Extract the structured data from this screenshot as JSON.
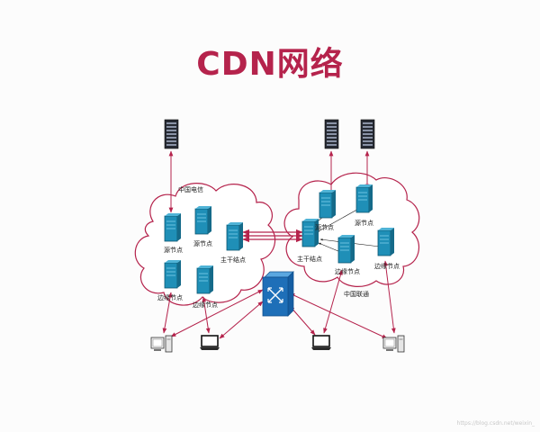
{
  "title": "CDN网络",
  "colors": {
    "title": "#b5234c",
    "cloud_outline": "#b5234c",
    "links": "#b5234c",
    "server_blue": "#1f8fb7",
    "server_dark": "#262a33",
    "switch_blue": "#1e6fb8"
  },
  "clouds": {
    "left": "中国电信",
    "right": "中国联通"
  },
  "nodes": {
    "left_source_1": "源节点",
    "left_source_2": "源节点",
    "left_backbone": "主干结点",
    "left_edge_1": "边缘节点",
    "left_edge_2": "边缘节点",
    "right_source_1": "源节点",
    "right_source_2": "源节点",
    "right_backbone": "主干结点",
    "right_edge_1": "边缘节点",
    "right_edge_2": "边缘节点"
  },
  "icons": {
    "origin_servers": "server-rack-icon",
    "cdn_servers": "server-tower-icon",
    "switch": "network-switch-icon",
    "desktop": "desktop-pc-icon",
    "laptop": "laptop-icon"
  },
  "watermark": "https://blog.csdn.net/weixin_"
}
